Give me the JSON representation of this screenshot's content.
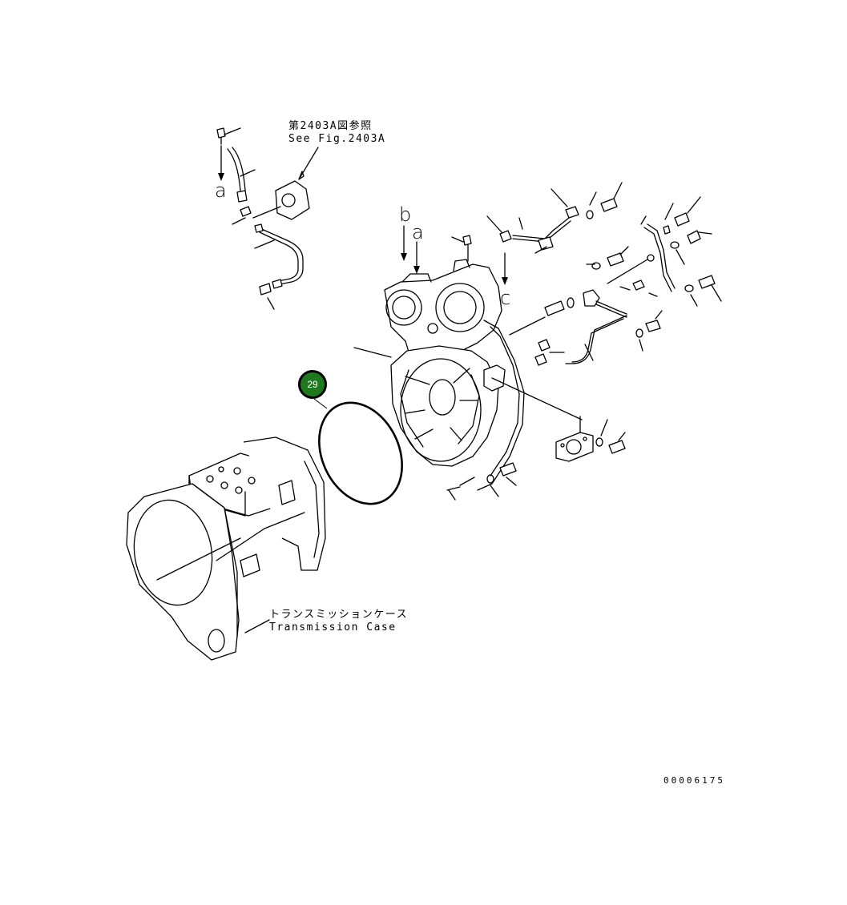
{
  "references": {
    "top": {
      "line1": "第2403A図参照",
      "line2": "See Fig.2403A"
    },
    "bottom": {
      "line1": "トランスミッションケース",
      "line2": "Transmission Case"
    }
  },
  "flow_letters": {
    "a_left": "a",
    "b_center": "b",
    "a_center": "a",
    "c_right": "c"
  },
  "callouts": [
    {
      "number": "29",
      "color": "#1f7a1f"
    }
  ],
  "document_id": "00006175"
}
